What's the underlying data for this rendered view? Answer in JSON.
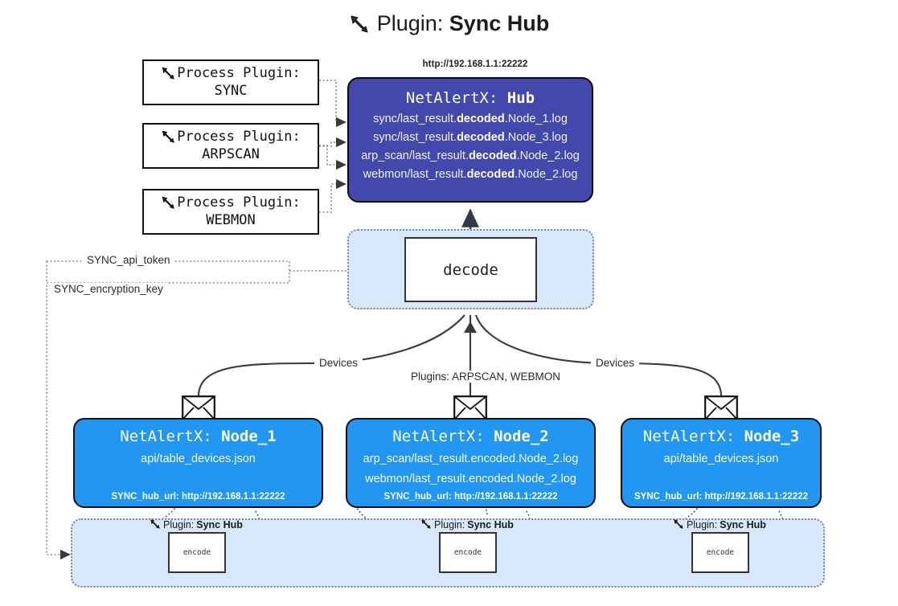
{
  "title": {
    "icon": "plug-icon",
    "prefix": "Plugin:",
    "name": "Sync Hub"
  },
  "process_plugins": [
    {
      "icon": "plug-icon",
      "line1": "Process Plugin:",
      "line2": "SYNC"
    },
    {
      "icon": "plug-icon",
      "line1": "Process Plugin:",
      "line2": "ARPSCAN"
    },
    {
      "icon": "plug-icon",
      "line1": "Process Plugin:",
      "line2": "WEBMON"
    }
  ],
  "hub": {
    "url": "http://192.168.1.1:22222",
    "title_prefix": "NetAlertX:",
    "title_name": "Hub",
    "color": "#4248ac",
    "lines": [
      {
        "pre": "sync/last_result.",
        "bold": "decoded",
        "post": ".Node_1.log"
      },
      {
        "pre": "sync/last_result.",
        "bold": "decoded",
        "post": ".Node_3.log"
      },
      {
        "pre": "arp_scan/last_result.",
        "bold": "decoded",
        "post": ".Node_2.log"
      },
      {
        "pre": "webmon/last_result.",
        "bold": "decoded",
        "post": ".Node_2.log"
      }
    ]
  },
  "decode": {
    "label": "decode",
    "container_color": "#d6e8fa"
  },
  "settings": {
    "api_token": "SYNC_api_token",
    "encryption_key": "SYNC_encryption_key"
  },
  "edge_labels": {
    "devices_left": "Devices",
    "devices_right": "Devices",
    "plugins_middle": "Plugins: ARPSCAN, WEBMON"
  },
  "nodes": [
    {
      "icon": "envelope-icon",
      "title_prefix": "NetAlertX:",
      "title_name": "Node_1",
      "color": "#2196f3",
      "lines": [
        "api/table_devices.json"
      ],
      "footer": "SYNC_hub_url: http://192.168.1.1:22222"
    },
    {
      "icon": "envelope-icon",
      "title_prefix": "NetAlertX:",
      "title_name": "Node_2",
      "color": "#2196f3",
      "lines": [
        "arp_scan/last_result.encoded.Node_2.log",
        "webmon/last_result.encoded.Node_2.log"
      ],
      "footer": "SYNC_hub_url: http://192.168.1.1:22222"
    },
    {
      "icon": "envelope-icon",
      "title_prefix": "NetAlertX:",
      "title_name": "Node_3",
      "color": "#2196f3",
      "lines": [
        "api/table_devices.json"
      ],
      "footer": "SYNC_hub_url: http://192.168.1.1:22222"
    }
  ],
  "encoders": [
    {
      "icon": "plug-icon",
      "label_prefix": "Plugin:",
      "label_name": "Sync Hub",
      "box": "encode"
    },
    {
      "icon": "plug-icon",
      "label_prefix": "Plugin:",
      "label_name": "Sync Hub",
      "box": "encode"
    },
    {
      "icon": "plug-icon",
      "label_prefix": "Plugin:",
      "label_name": "Sync Hub",
      "box": "encode"
    }
  ]
}
